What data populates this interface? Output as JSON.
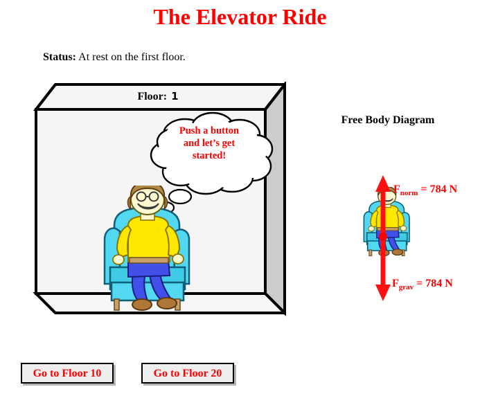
{
  "page": {
    "title": "The Elevator Ride",
    "title_color": "#ff0000"
  },
  "status": {
    "label": "Status:",
    "value": "At rest on the first floor."
  },
  "elevator": {
    "floor_label": "Floor:",
    "floor_number": "1",
    "wall_color": "#f5f5f5",
    "side_wall_color": "#cccccc",
    "outline_color": "#000000"
  },
  "thought_bubble": {
    "text": "Push a button and let’s get started!",
    "line1": "Push a button",
    "line2": "and let’s get",
    "line3": "started!",
    "text_color": "#ff0000",
    "fill": "#ffffff"
  },
  "person": {
    "chair_color": "#52d8f0",
    "chair_dark": "#2bb8d8",
    "sweater_color": "#ffe800",
    "pants_color": "#4050e8",
    "skin_color": "#fbf8cf",
    "hair_color": "#b08844",
    "shoe_color": "#b07838",
    "leg_color": "#c8a068"
  },
  "free_body_diagram": {
    "title": "Free Body Diagram",
    "arrow_color": "#ff1010",
    "dot_color": "#ff0000",
    "forces": [
      {
        "name": "F_norm",
        "symbol": "F",
        "subscript": "norm",
        "equals": "= 784 N",
        "value": 784,
        "unit": "N",
        "direction": "up"
      },
      {
        "name": "F_grav",
        "symbol": "F",
        "subscript": "grav",
        "equals": "= 784 N",
        "value": 784,
        "unit": "N",
        "direction": "down"
      }
    ]
  },
  "buttons": [
    {
      "label": "Go to Floor 10",
      "floor": 10
    },
    {
      "label": "Go to Floor 20",
      "floor": 20
    }
  ]
}
